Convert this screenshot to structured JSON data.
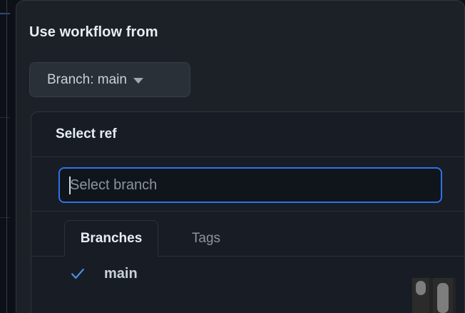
{
  "dialog": {
    "title": "Use workflow from",
    "branch_button": {
      "label": "Branch: main",
      "caret": "chevron-down-icon"
    }
  },
  "ref_popover": {
    "header_title": "Select ref",
    "search": {
      "placeholder": "Select branch",
      "value": "",
      "focused": true
    },
    "tabs": [
      {
        "label": "Branches",
        "active": true
      },
      {
        "label": "Tags",
        "active": false
      }
    ],
    "items": [
      {
        "label": "main",
        "selected": true,
        "icon": "check-icon"
      }
    ]
  },
  "colors": {
    "page_backdrop": "#0d1117",
    "dialog_bg": "#1c2128",
    "popover_bg": "#181d25",
    "button_bg": "#2a3038",
    "border": "#30363d",
    "divider": "#2a313a",
    "accent_blue": "#2f72e6",
    "check_blue": "#4a90e8",
    "text_primary": "#e6edf3",
    "text_secondary": "#c9d1d9",
    "text_muted": "#8b949e",
    "scrollbar_thumb": "#7d7d7d",
    "scrollbar_track": "#2b2b2b",
    "top_rule_blue": "#2f4880"
  }
}
